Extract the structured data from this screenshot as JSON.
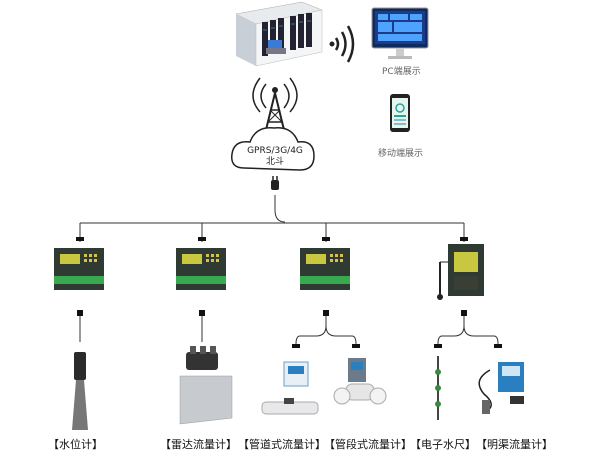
{
  "top": {
    "pc_label": "PC端展示",
    "mobile_label": "移动端展示",
    "network_line1": "GPRS/3G/4G",
    "network_line2": "北斗"
  },
  "devices": [
    {
      "label": "【水位计】"
    },
    {
      "label": "【雷达流量计】"
    },
    {
      "label": "【管道式流量计】"
    },
    {
      "label": "【管段式流量计】"
    },
    {
      "label": "【电子水尺】"
    },
    {
      "label": "【明渠流量计】"
    }
  ],
  "colors": {
    "rtu_body": "#2f3a32",
    "rtu_screen": "#c9c640",
    "rtu_terminal": "#39a94f",
    "wire": "#333333",
    "monitor_screen": "#1a3c8a"
  }
}
